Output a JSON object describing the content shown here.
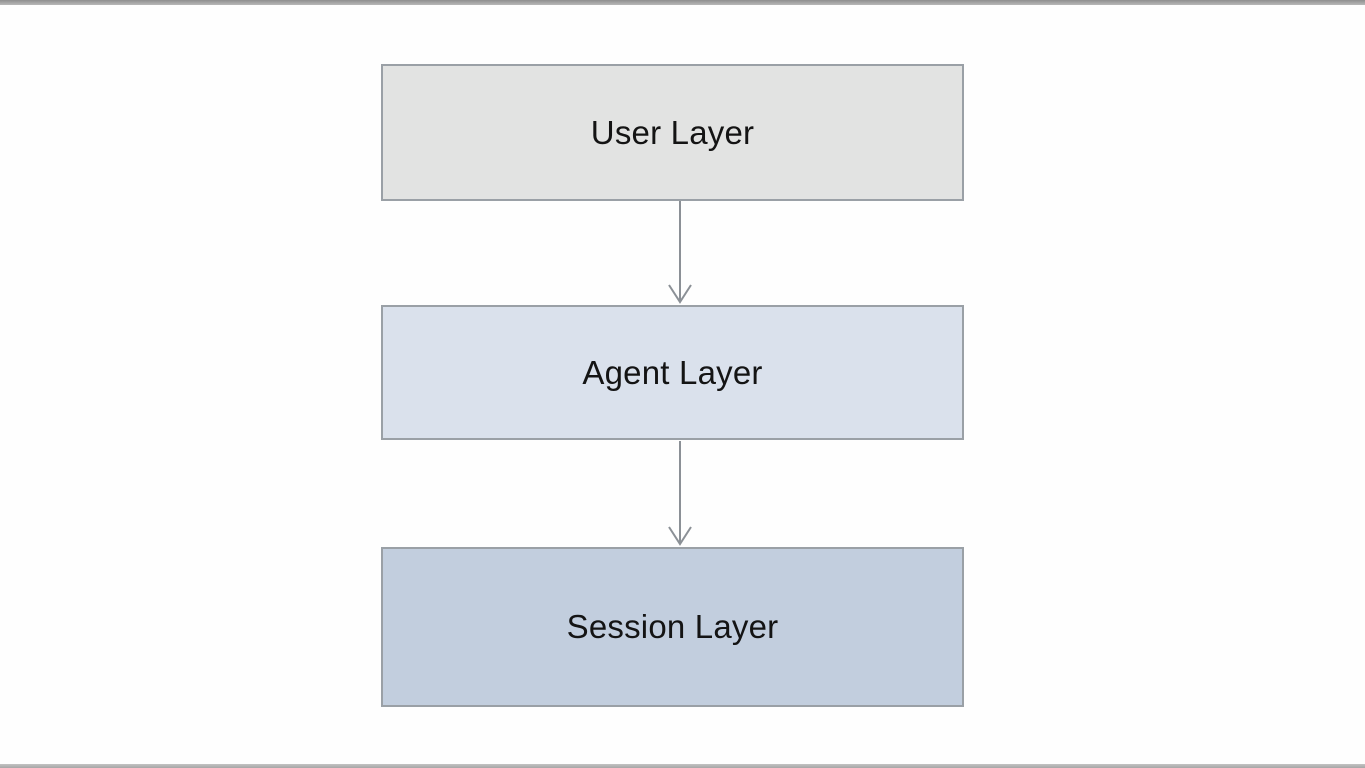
{
  "diagram": {
    "type": "flowchart-vertical",
    "nodes": [
      {
        "id": "user",
        "label": "User Layer",
        "fill": "#e2e3e2"
      },
      {
        "id": "agent",
        "label": "Agent Layer",
        "fill": "#dae1ec"
      },
      {
        "id": "session",
        "label": "Session Layer",
        "fill": "#c2cede"
      }
    ],
    "edges": [
      {
        "from": "User Layer",
        "to": "Agent Layer",
        "style": "arrow-down-open-head"
      },
      {
        "from": "Agent Layer",
        "to": "Session Layer",
        "style": "arrow-down-open-head"
      }
    ],
    "colors": {
      "node_border": "#9aa0a6",
      "arrow": "#8b9096",
      "text": "#141414",
      "background": "#fefefe"
    }
  }
}
